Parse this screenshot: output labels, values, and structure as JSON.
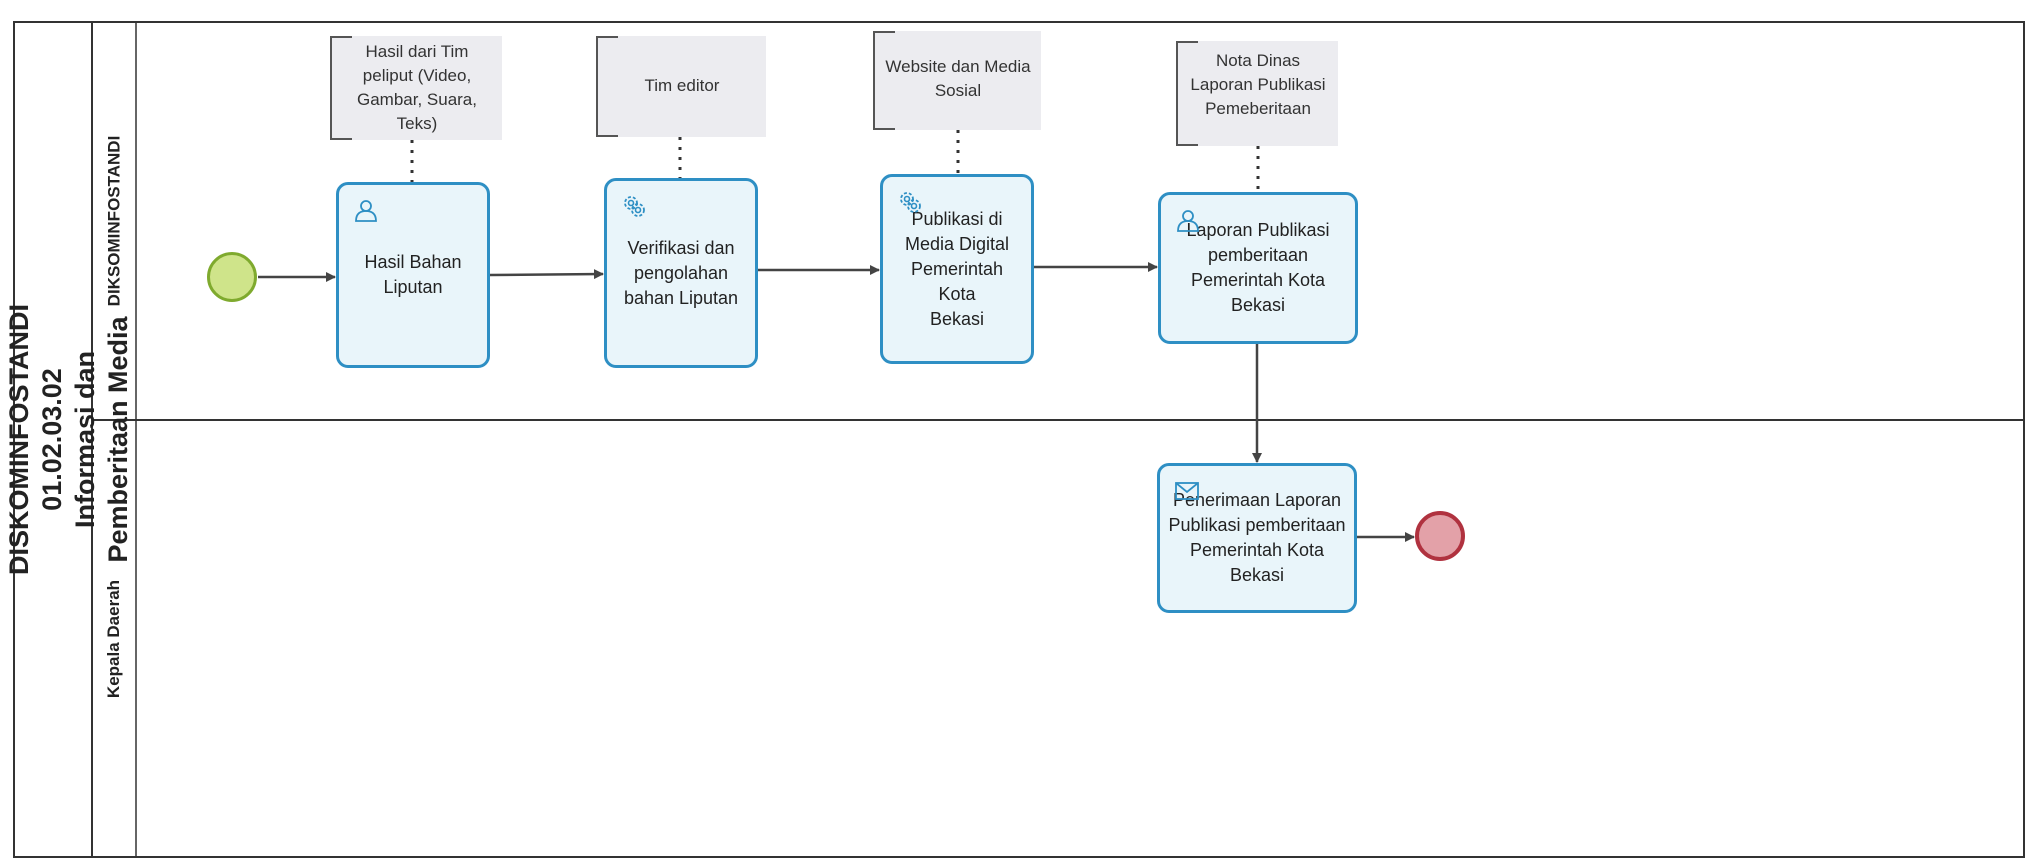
{
  "pool": {
    "title": "CFM DISKOMINFOSTANDI 01.02.03.02 Informasi dan Pemberitaan Media",
    "lanes": [
      {
        "name": "DIKSOMINFOSTANDI"
      },
      {
        "name": "Kepala Daerah"
      }
    ]
  },
  "annotations": [
    {
      "text": "Hasil dari Tim\npeliput (Video,\nGambar, Suara,\nTeks)"
    },
    {
      "text": "Tim editor"
    },
    {
      "text": "Website dan Media\nSosial"
    },
    {
      "text": "Nota Dinas\nLaporan Publikasi\nPemeberitaan"
    }
  ],
  "tasks": [
    {
      "label": "Hasil Bahan\nLiputan",
      "icon": "user-icon"
    },
    {
      "label": "Verifikasi dan\npengolahan\nbahan Liputan",
      "icon": "gear-icon"
    },
    {
      "label": "Publikasi di\nMedia Digital\nPemerintah Kota\nBekasi",
      "icon": "gear-icon"
    },
    {
      "label": "Laporan Publikasi\npemberitaan\nPemerintah Kota Bekasi",
      "icon": "user-icon"
    },
    {
      "label": "Penerimaan Laporan\nPublikasi pemberitaan\nPemerintah Kota Bekasi",
      "icon": "envelope-icon"
    }
  ],
  "events": {
    "start": {
      "fill": "#cfe48a",
      "stroke": "#7faa2e"
    },
    "end": {
      "fill": "#e3a1a8",
      "stroke": "#b0323f"
    }
  },
  "colors": {
    "task_border": "#2e8fc4",
    "task_fill": "#e9f5fa",
    "annotation_fill": "#ececf0",
    "line": "#444444"
  }
}
